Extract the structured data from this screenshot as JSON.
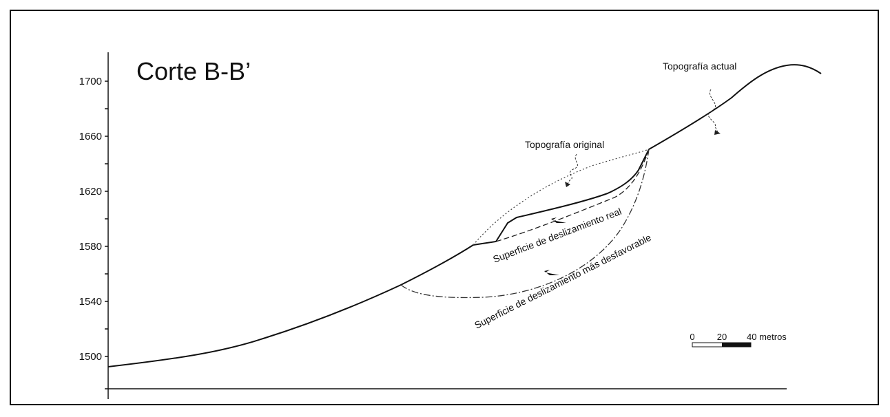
{
  "title": "Corte B-B’",
  "y_axis": {
    "ticks": [
      "1700",
      "1660",
      "1620",
      "1580",
      "1540",
      "1500"
    ]
  },
  "annotations": {
    "current_topography": "Topografía actual",
    "original_topography": "Topografía original",
    "real_slip_surface": "Superficie de deslizamiento real",
    "worst_slip_surface": "Superficie de deslizamiento más desfavorable"
  },
  "scale_bar": {
    "labels": [
      "0",
      "20",
      "40 metros"
    ]
  }
}
